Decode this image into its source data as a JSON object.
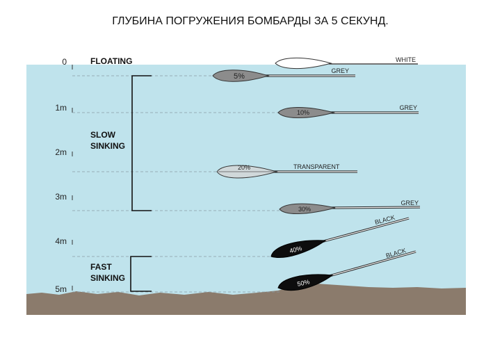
{
  "title": "ГЛУБИНА ПОГРУЖЕНИЯ БОМБАРДЫ ЗА  5 СЕКУНД.",
  "depth_labels": [
    "0",
    "1m",
    "2m",
    "3m",
    "4m",
    "5m"
  ],
  "categories": {
    "floating": "FLOATING",
    "slow_sinking": [
      "SLOW",
      "SINKING"
    ],
    "fast_sinking": [
      "FAST",
      "SINKING"
    ]
  },
  "colors": {
    "water": "#bfe3ec",
    "seabed": "#8b7b6c",
    "white": "#ffffff",
    "grey": "#8c8c8c",
    "transparent": "#d0d8da",
    "black": "#0d0d0d"
  },
  "bombards": [
    {
      "id": "white",
      "pct": "",
      "line_label": "WHITE",
      "color": "white"
    },
    {
      "id": "grey-5",
      "pct": "5%",
      "line_label": "GREY",
      "color": "grey"
    },
    {
      "id": "grey-10",
      "pct": "10%",
      "line_label": "GREY",
      "color": "grey"
    },
    {
      "id": "transparent-20",
      "pct": "20%",
      "line_label": "TRANSPARENT",
      "color": "transparent"
    },
    {
      "id": "grey-30",
      "pct": "30%",
      "line_label": "GREY",
      "color": "grey"
    },
    {
      "id": "black-40",
      "pct": "40%",
      "line_label": "BLACK",
      "color": "black"
    },
    {
      "id": "black-50",
      "pct": "50%",
      "line_label": "BLACK",
      "color": "black"
    }
  ]
}
